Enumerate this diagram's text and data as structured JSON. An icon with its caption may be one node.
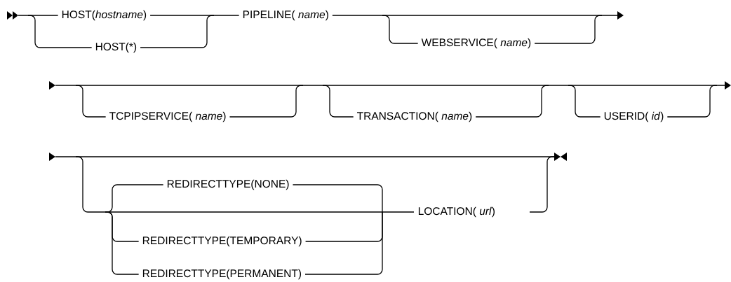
{
  "diagram": {
    "labels": [
      "HOST(*hostname*)",
      "HOST(*)",
      "PIPELINE( *name*)",
      "WEBSERVICE( *name*)",
      "TCPIPSERVICE( *name*)",
      "TRANSACTION( *name*)",
      "USERID( *id*)",
      "REDIRECTTYPE(NONE)",
      "LOCATION( *url*)",
      "REDIRECTTYPE(TEMPORARY)",
      "REDIRECTTYPE(PERMANENT)"
    ]
  }
}
